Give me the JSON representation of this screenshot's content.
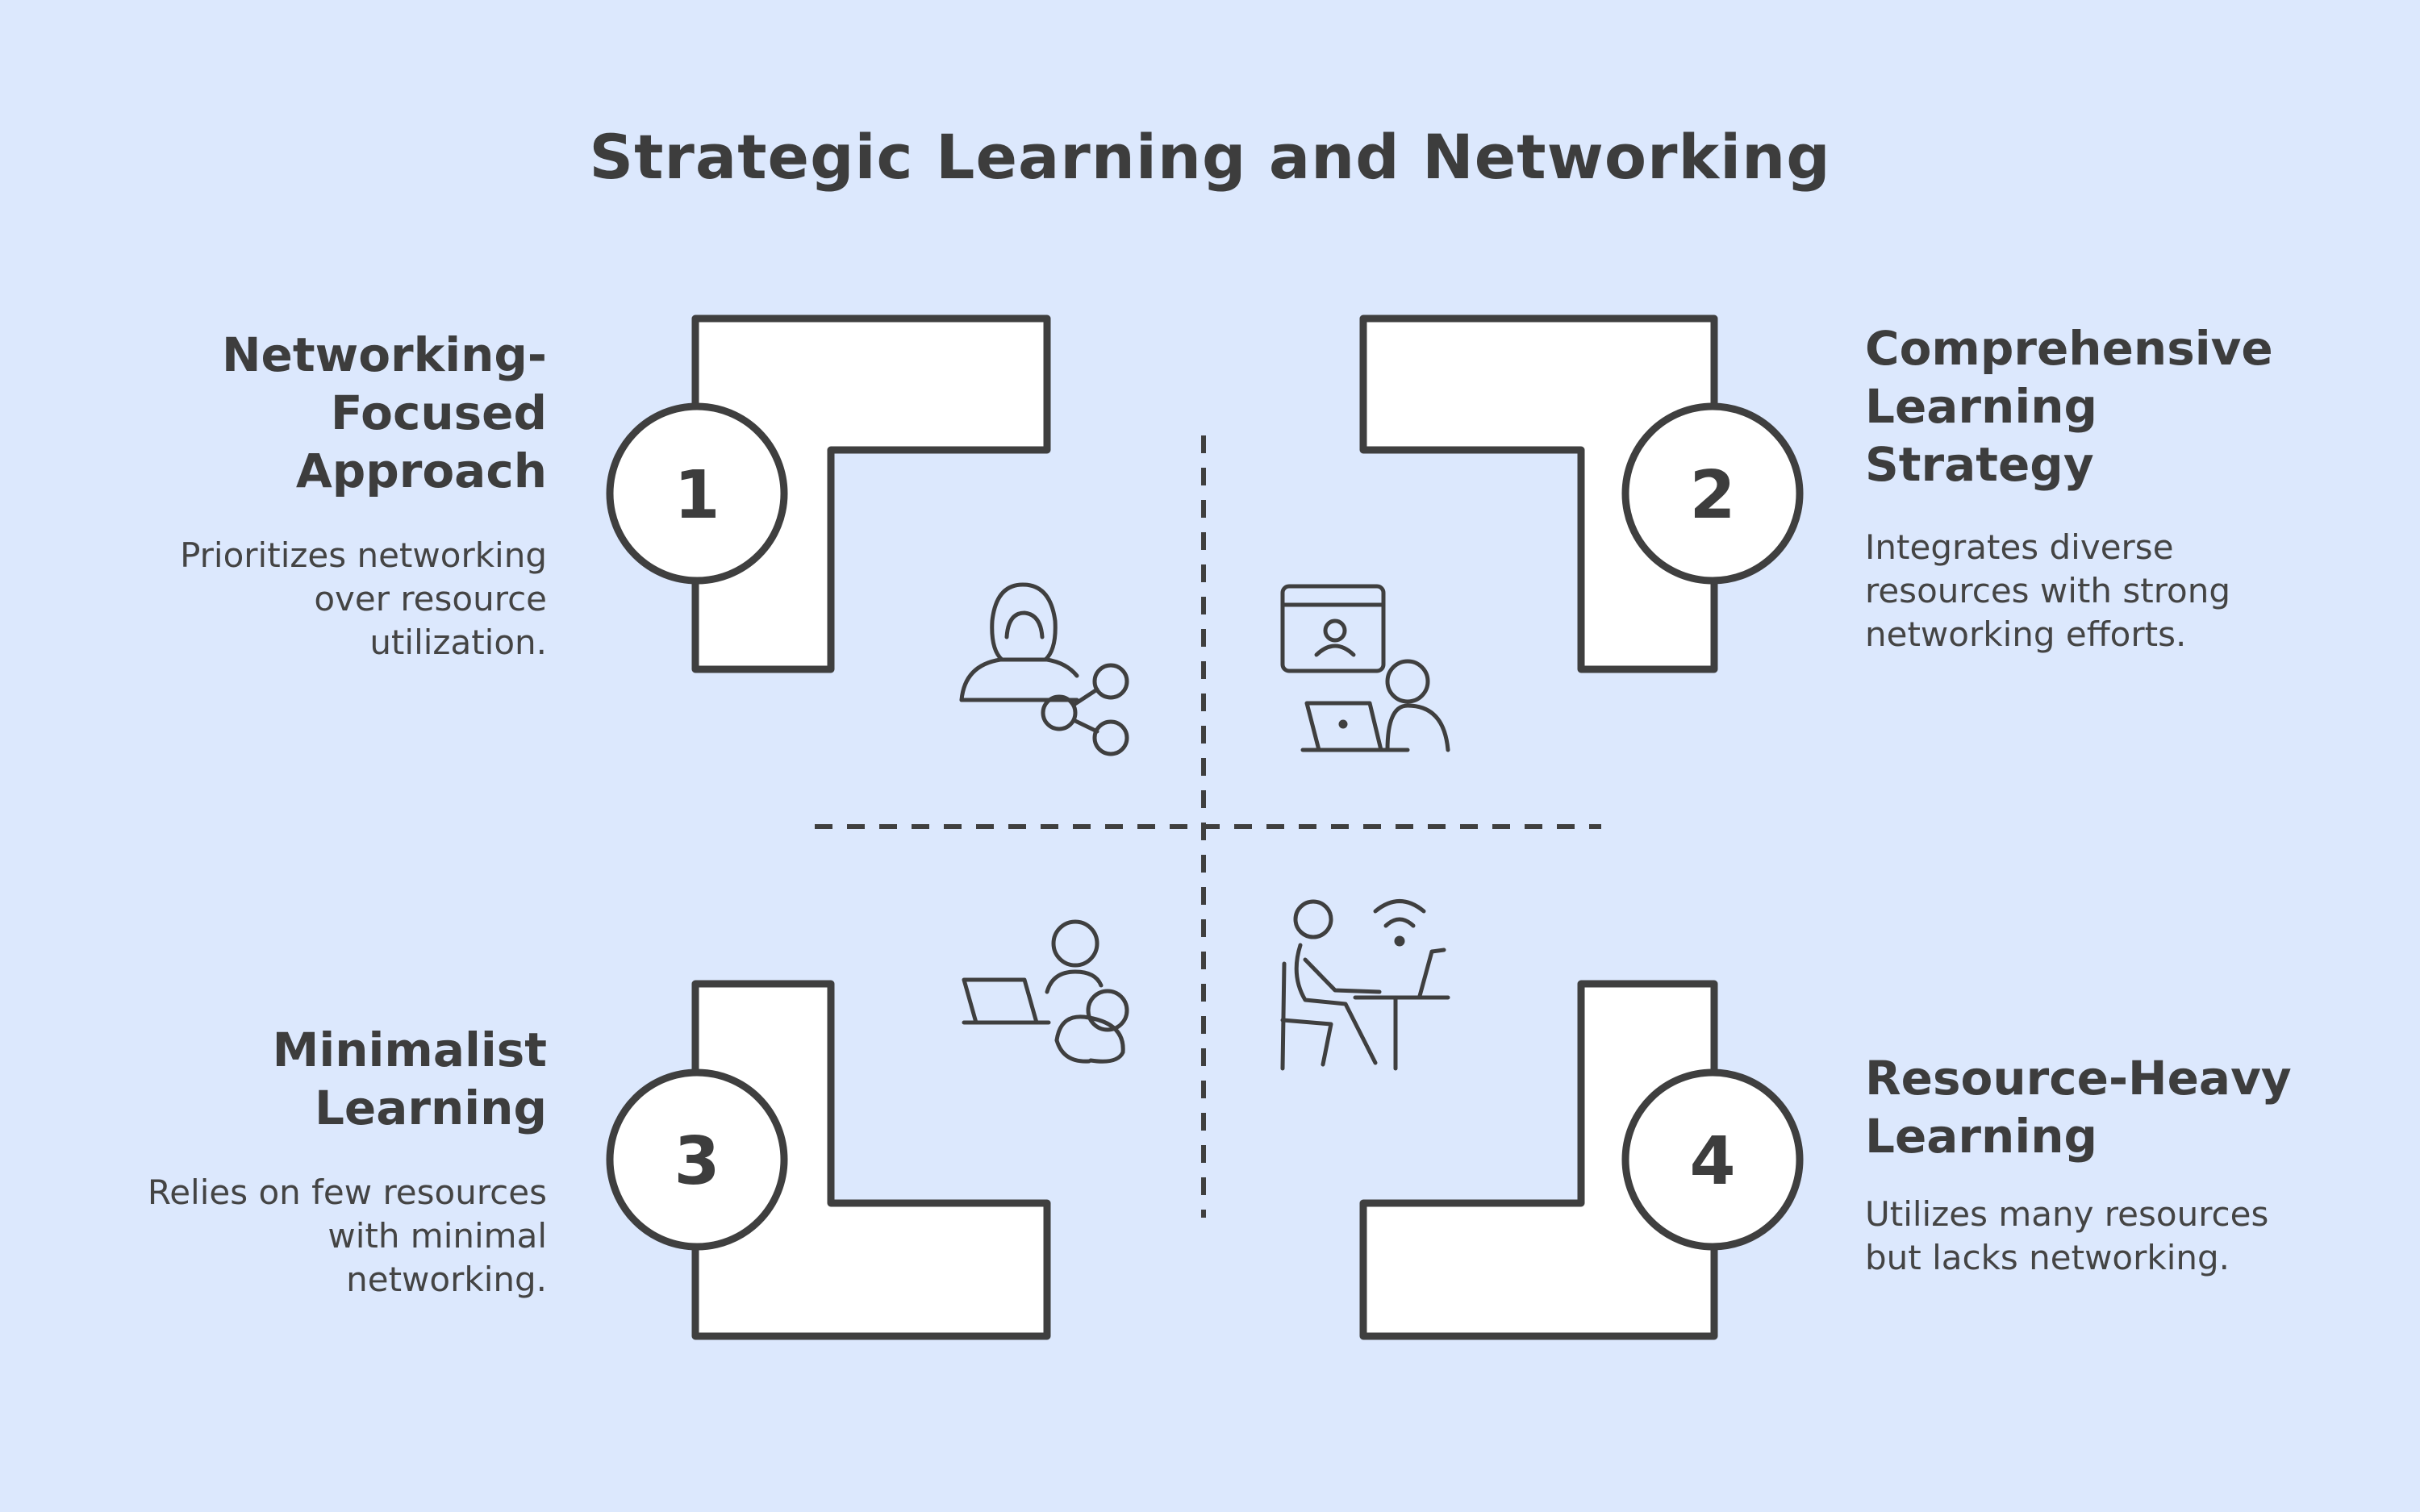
{
  "title": "Strategic Learning and Networking",
  "quadrants": [
    {
      "number": "1",
      "title": "Networking-\nFocused\nApproach",
      "description": "Prioritizes networking\nover resource\nutilization.",
      "icon": "networking-person-icon"
    },
    {
      "number": "2",
      "title": "Comprehensive\nLearning\nStrategy",
      "description": "Integrates diverse\nresources with strong\nnetworking efforts.",
      "icon": "online-learning-icon"
    },
    {
      "number": "3",
      "title": "Minimalist\nLearning",
      "description": "Relies on few resources\nwith minimal\nnetworking.",
      "icon": "laptop-person-icon"
    },
    {
      "number": "4",
      "title": "Resource-Heavy\nLearning",
      "description": "Utilizes many resources\nbut lacks networking.",
      "icon": "wifi-desk-person-icon"
    }
  ],
  "colors": {
    "background": "#dce8fd",
    "stroke": "#3f3f3f",
    "shape_fill": "#ffffff"
  }
}
